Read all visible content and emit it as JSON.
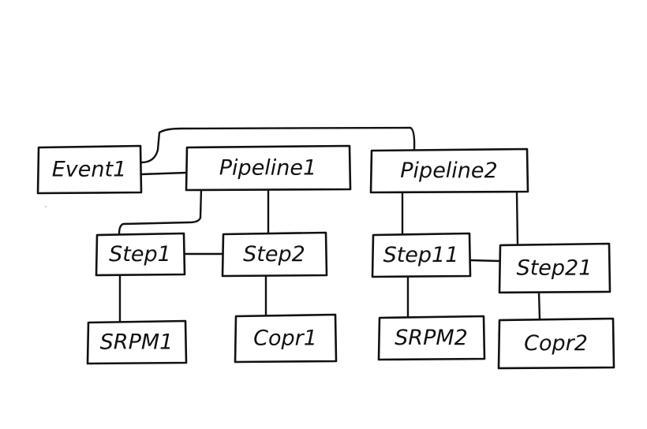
{
  "diagram": {
    "nodes": {
      "event1": "Event1",
      "pipeline1": "Pipeline1",
      "pipeline2": "Pipeline2",
      "step1": "Step1",
      "step2": "Step2",
      "step11": "Step11",
      "step21": "Step21",
      "srpm1": "SRPM1",
      "copr1": "Copr1",
      "srpm2": "SRPM2",
      "copr2": "Copr2"
    },
    "edges": [
      {
        "from": "event1",
        "to": "pipeline1",
        "type": "line"
      },
      {
        "from": "event1",
        "to": "pipeline2",
        "type": "line"
      },
      {
        "from": "pipeline1",
        "to": "step1",
        "type": "line"
      },
      {
        "from": "pipeline1",
        "to": "step2",
        "type": "line"
      },
      {
        "from": "pipeline2",
        "to": "step11",
        "type": "line"
      },
      {
        "from": "pipeline2",
        "to": "step21",
        "type": "line"
      },
      {
        "from": "step2",
        "to": "step1",
        "type": "arrow"
      },
      {
        "from": "step21",
        "to": "step11",
        "type": "arrow"
      },
      {
        "from": "step1",
        "to": "srpm1",
        "type": "line"
      },
      {
        "from": "step2",
        "to": "copr1",
        "type": "line"
      },
      {
        "from": "step11",
        "to": "srpm2",
        "type": "line"
      },
      {
        "from": "step21",
        "to": "copr2",
        "type": "line"
      }
    ]
  }
}
